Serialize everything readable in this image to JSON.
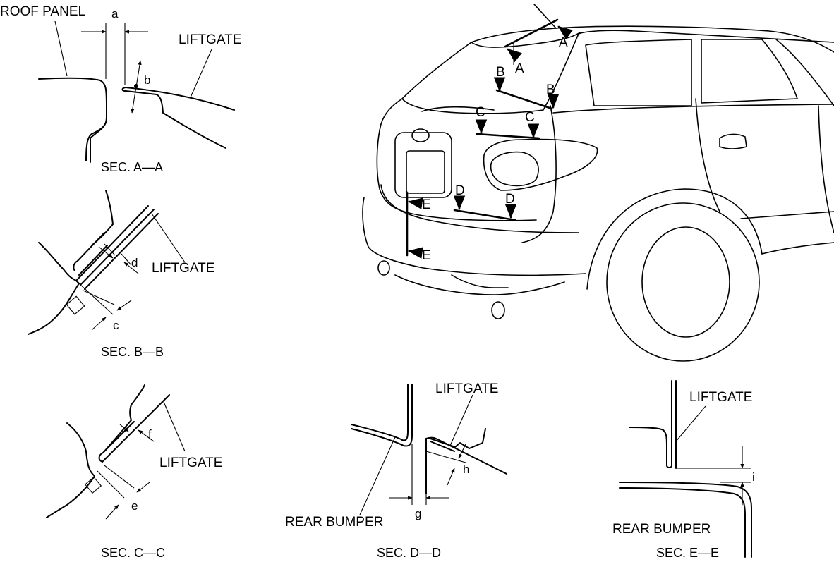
{
  "labels": {
    "roof_panel": "ROOF PANEL",
    "liftgate": "LIFTGATE",
    "rear_bumper": "REAR BUMPER"
  },
  "dimensions": {
    "a": "a",
    "b": "b",
    "c": "c",
    "d": "d",
    "e": "e",
    "f": "f",
    "g": "g",
    "h": "h",
    "i": "i"
  },
  "sections": {
    "aa": "SEC. A—A",
    "bb": "SEC. B—B",
    "cc": "SEC. C—C",
    "dd": "SEC. D—D",
    "ee": "SEC. E—E"
  },
  "cut_markers": {
    "A": "A",
    "B": "B",
    "C": "C",
    "D": "D",
    "E": "E"
  }
}
